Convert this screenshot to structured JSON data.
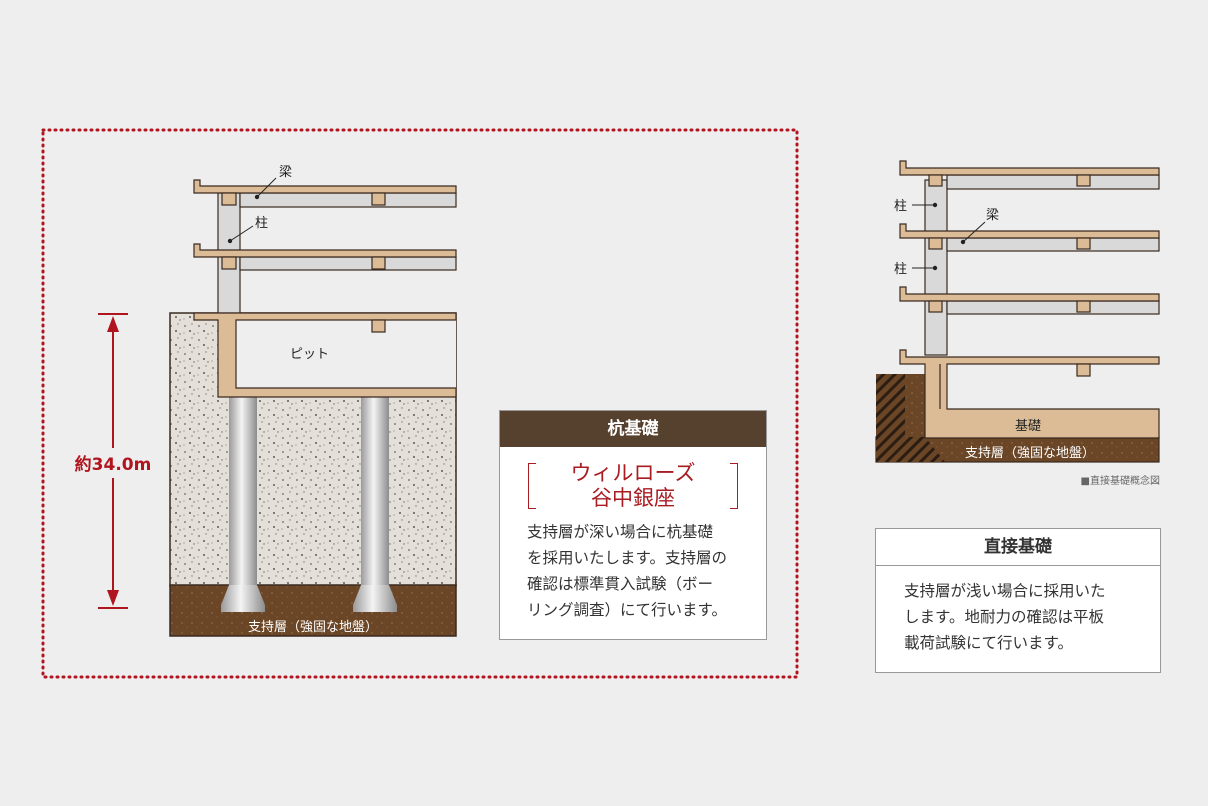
{
  "pile_diagram": {
    "labels": {
      "beam": "梁",
      "column": "柱",
      "pit": "ピット",
      "bearing_layer": "支持層（強固な地盤）"
    },
    "depth_label": "約34.0m",
    "accent_color": "#b0141e"
  },
  "pile_box": {
    "title": "杭基礎",
    "brand_line1": "ウィルローズ",
    "brand_line2": "谷中銀座",
    "body_lines": [
      "支持層が深い場合に杭基礎",
      "を採用いたします。支持層の",
      "確認は標準貫入試験（ボー",
      "リング調査）にて行います。"
    ]
  },
  "direct_diagram": {
    "labels": {
      "column": "柱",
      "beam": "梁",
      "foundation": "基礎",
      "bearing_layer": "支持層（強固な地盤）"
    },
    "caption": "■直接基礎概念図"
  },
  "direct_box": {
    "title": "直接基礎",
    "body_lines": [
      "支持層が浅い場合に採用いた",
      "します。地耐力の確認は平板",
      "載荷試験にて行います。"
    ]
  }
}
